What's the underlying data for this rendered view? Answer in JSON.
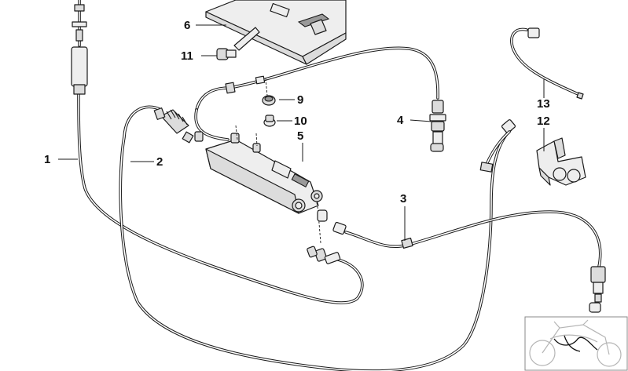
{
  "diagram": {
    "callouts": [
      {
        "id": "1",
        "label": "1"
      },
      {
        "id": "2",
        "label": "2"
      },
      {
        "id": "3",
        "label": "3"
      },
      {
        "id": "4",
        "label": "4"
      },
      {
        "id": "5",
        "label": "5"
      },
      {
        "id": "6",
        "label": "6"
      },
      {
        "id": "9",
        "label": "9"
      },
      {
        "id": "10",
        "label": "10"
      },
      {
        "id": "11",
        "label": "11"
      },
      {
        "id": "12",
        "label": "12"
      },
      {
        "id": "13",
        "label": "13"
      }
    ],
    "thumbnail_icon": "motorcycle-thumbnail-icon"
  }
}
